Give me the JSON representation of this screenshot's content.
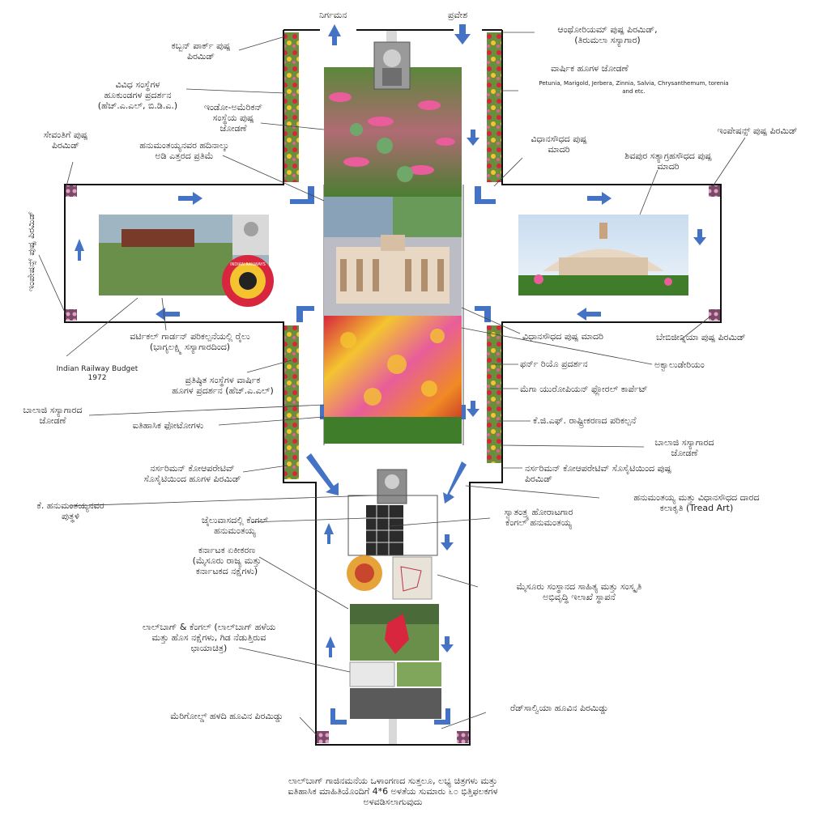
{
  "colors": {
    "arrow": "#4472c4",
    "wall": "#111111",
    "path": "#d9d9d9",
    "flower_red": "#d7263d",
    "flower_pink": "#e85d9a",
    "flower_yellow": "#f4c430",
    "leaf_green": "#3f7d2b",
    "building": "#e8d7c3",
    "sky": "#c9dcef"
  },
  "top": {
    "exit": "ನಿರ್ಗಮನ",
    "entry": "ಪ್ರವೇಶ"
  },
  "labels_left": {
    "cubbon_pyramid": "ಕಬ್ಬನ್ ಪಾರ್ಕ್ ಪುಷ್ಪ\nಪಿರಮಿಡ್",
    "institutions_display": "ವಿವಿಧ ಸಂಸ್ಥೆಗಳ\nಹೂಕುಂಡಗಳ ಪ್ರದರ್ಶನ\n(ಹೆಚ್.ಎ.ಎಲ್, ಬಿ.ಡಿ.ಎ.)",
    "indo_american": "ಇಂಡೋ-ಅಮೆರಿಕನ್\nಸಂಸ್ಥೆಯ ಪುಷ್ಪ\nಜೋಡಣೆ",
    "sevanthi_pyramid": "ಸೇವಂತಿಗೆ ಪುಷ್ಪ\nಪಿರಮಿಡ್",
    "hanumanthaiah_statue": "ಹನುಮಂತಯ್ಯನವರ ಹದಿನಾಲ್ಕು\nಅಡಿ ಎತ್ತರದ ಪ್ರತಿಮೆ",
    "vertical_pyramid": "ಇಂಪೇಷನ್ಸ್ ಪುಷ್ಪ ಪಿರಮಿಡ್",
    "vertical_garden": "ವರ್ಟಿಕಲ್ ಗಾರ್ಡನ್ ಪರಿಕಲ್ಪನೆಯಲ್ಲಿ ರೈಲು\n(ಭಾಗ್ಯಲಕ್ಷ್ಮಿ ಸಸ್ಯಾಗಾರದಿಂದ)",
    "railway_budget": "Indian Railway Budget\n1972",
    "reputed_institutions": "ಪ್ರತಿಷ್ಠಿತ ಸಂಸ್ಥೆಗಳ ವಾರ್ಷಿಕ\nಹೂಗಳ ಪ್ರದರ್ಶನ (ಹೆಚ್.ಎ.ಎಲ್)",
    "balaji_left": "ಬಾಲಾಜಿ ಸಸ್ಯಾಗಾರದ\nಜೋಡಣೆ",
    "historic_photos": "ಐತಿಹಾಸಿಕ ಫೋಟೋಗಳು",
    "narasimhan_left": "ನರ್ಸರಿಮನ್ ಕೋಆಪರೇಟಿವ್\nಸೊಸೈಟಿಯಿಂದ ಹೂಗಳ ಪಿರಮಿಡ್",
    "k_hanumanthaiah_bust": "ಕೆ. ಹನುಮಂತಯ್ಯನವರ\nಪುತ್ಥಳಿ",
    "jail_kengal": "ಜೈಲುವಾಸದಲ್ಲಿ ಕೆಂಗಲ್\nಹನುಮಂತಯ್ಯ",
    "karnataka_unification": "ಕರ್ನಾಟಕ ಏಕೀಕರಣ\n(ಮೈಸೂರು ರಾಜ್ಯ ಮತ್ತು\nಕರ್ನಾಟಕದ ನಕ್ಷೆಗಳು)",
    "lalbagh_kengal": "ಲಾಲ್‌ಬಾಗ್ & ಕೆಂಗಲ್ (ಲಾಲ್‌ಬಾಗ್ ಹಳೆಯ\nಮತ್ತು ಹೊಸ ನಕ್ಷೆಗಳು, ಗಿಡ ನೆಡುತ್ತಿರುವ\nಛಾಯಾಚಿತ್ರ)",
    "marigold_pyramid": "ಮೆರಿಗೋಲ್ಡ್ ಹಳದಿ ಹೂವಿನ ಪಿರಮಿಡ್ಡು"
  },
  "labels_right": {
    "anthurium_pyramid": "ಆಂಥೋರಿಯಮ್ ಪುಷ್ಪ ಪಿರಮಿಡ್,\n(ತಿರುಮಲಾ ಸಸ್ಯಾಗಾರ)",
    "annual_flowers": "ವಾರ್ಷಿಕ ಹೂಗಳ ಜೋಡಣೆ",
    "annual_flowers_list": "Petunia, Marigold, Jerbera, Zinnia, Salvia, Chrysanthemum, torenia\nand etc.",
    "vidhana_model_top": "ವಿಧಾನಸೌಧದ ಪುಷ್ಪ\nಮಾದರಿ",
    "impatiens_pyramid": "ಇಂಪೇಷನ್ಸ್ ಪುಷ್ಪ ಪಿರಮಿಡ್",
    "shivapura_model": "ಶಿವಪುರ ಸತ್ಯಾಗ್ರಹಸೌಧದ ಪುಷ್ಪ\nಮಾದರಿ",
    "begonia_pyramid": "ಬೇಬಿಜೀನ್ನಿಯಾ ಪುಷ್ಪ ಪಿರಮಿಡ್",
    "vidhana_model_mid": "ವಿಧಾನಸೌಧದ ಪುಷ್ಪ ಮಾದರಿ",
    "aquarium": "ಅಕ್ವಾಲುಡೇರಿಯಂ",
    "fern_display": "ಫರ್ನ್ ರಿಯೊ ಪ್ರದರ್ಶನ",
    "mega_carpet": "ಮೆಗಾ ಯುರೋಪಿಯನ್ ಫ್ಲೋರಲ್ ಕಾರ್ಪೆಟ್",
    "kgf_concept": "ಕೆ.ಜಿ.ಎಫ್. ರಾಷ್ಟ್ರೀಕರಣದ ಪರಿಕಲ್ಪನೆ",
    "balaji_right": "ಬಾಲಾಜಿ ಸಸ್ಯಾಗಾರದ\nಜೋಡಣೆ",
    "narasimhan_right": "ನರ್ಸರಿಮನ್ ಕೋಆಪರೇಟಿವ್ ಸೊಸೈಟಿಯಿಂದ ಪುಷ್ಪ\nಪಿರಮಿಡ್",
    "tread_art": "ಹನುಮಂತಯ್ಯ ಮತ್ತು ವಿಧಾನಸೌಧದ ದಾರದ\nಕಲಾಕೃತಿ (Tread Art)",
    "freedom_fighter": "ಸ್ವಾತಂತ್ರ್ಯ ಹೋರಾಟಗಾರ\nಕೆಂಗಲ್ ಹನುಮಂತಯ್ಯ",
    "mysore_heritage": "ಮೈಸೂರು ಸಂಸ್ಥಾನದ ಸಾಹಿತ್ಯ ಮತ್ತು ಸಂಸ್ಕೃತಿ\nಅಭಿವೃದ್ಧಿ ಇಲಾಖೆ ಸ್ಥಾಪನೆ",
    "red_salvia_pyramid": "ರೆಡ್‌ಸಾಲ್ವಿಯಾ ಹೂವಿನ ಪಿರಮಿಡ್ಡು"
  },
  "image_badge": "INDIAN RAILWAYS",
  "footer": "ಲಾಲ್‌ಬಾಗ್ ಗಾಜಿನಮನೆಯ ಒಳಾಂಗಣದ ಸುತ್ತಲೂ, ಲಭ್ಯ ಚಿತ್ರಗಳು ಮತ್ತು\nಐತಿಹಾಸಿಕ ಮಾಹಿತಿಯೊಂದಿಗೆ 4*6 ಅಳತೆಯ ಸುಮಾರು ೬೦ ಭಿತ್ತಿಫಲಕಗಳ\nಅಳವಡಿಸಲಾಗುವುದು"
}
